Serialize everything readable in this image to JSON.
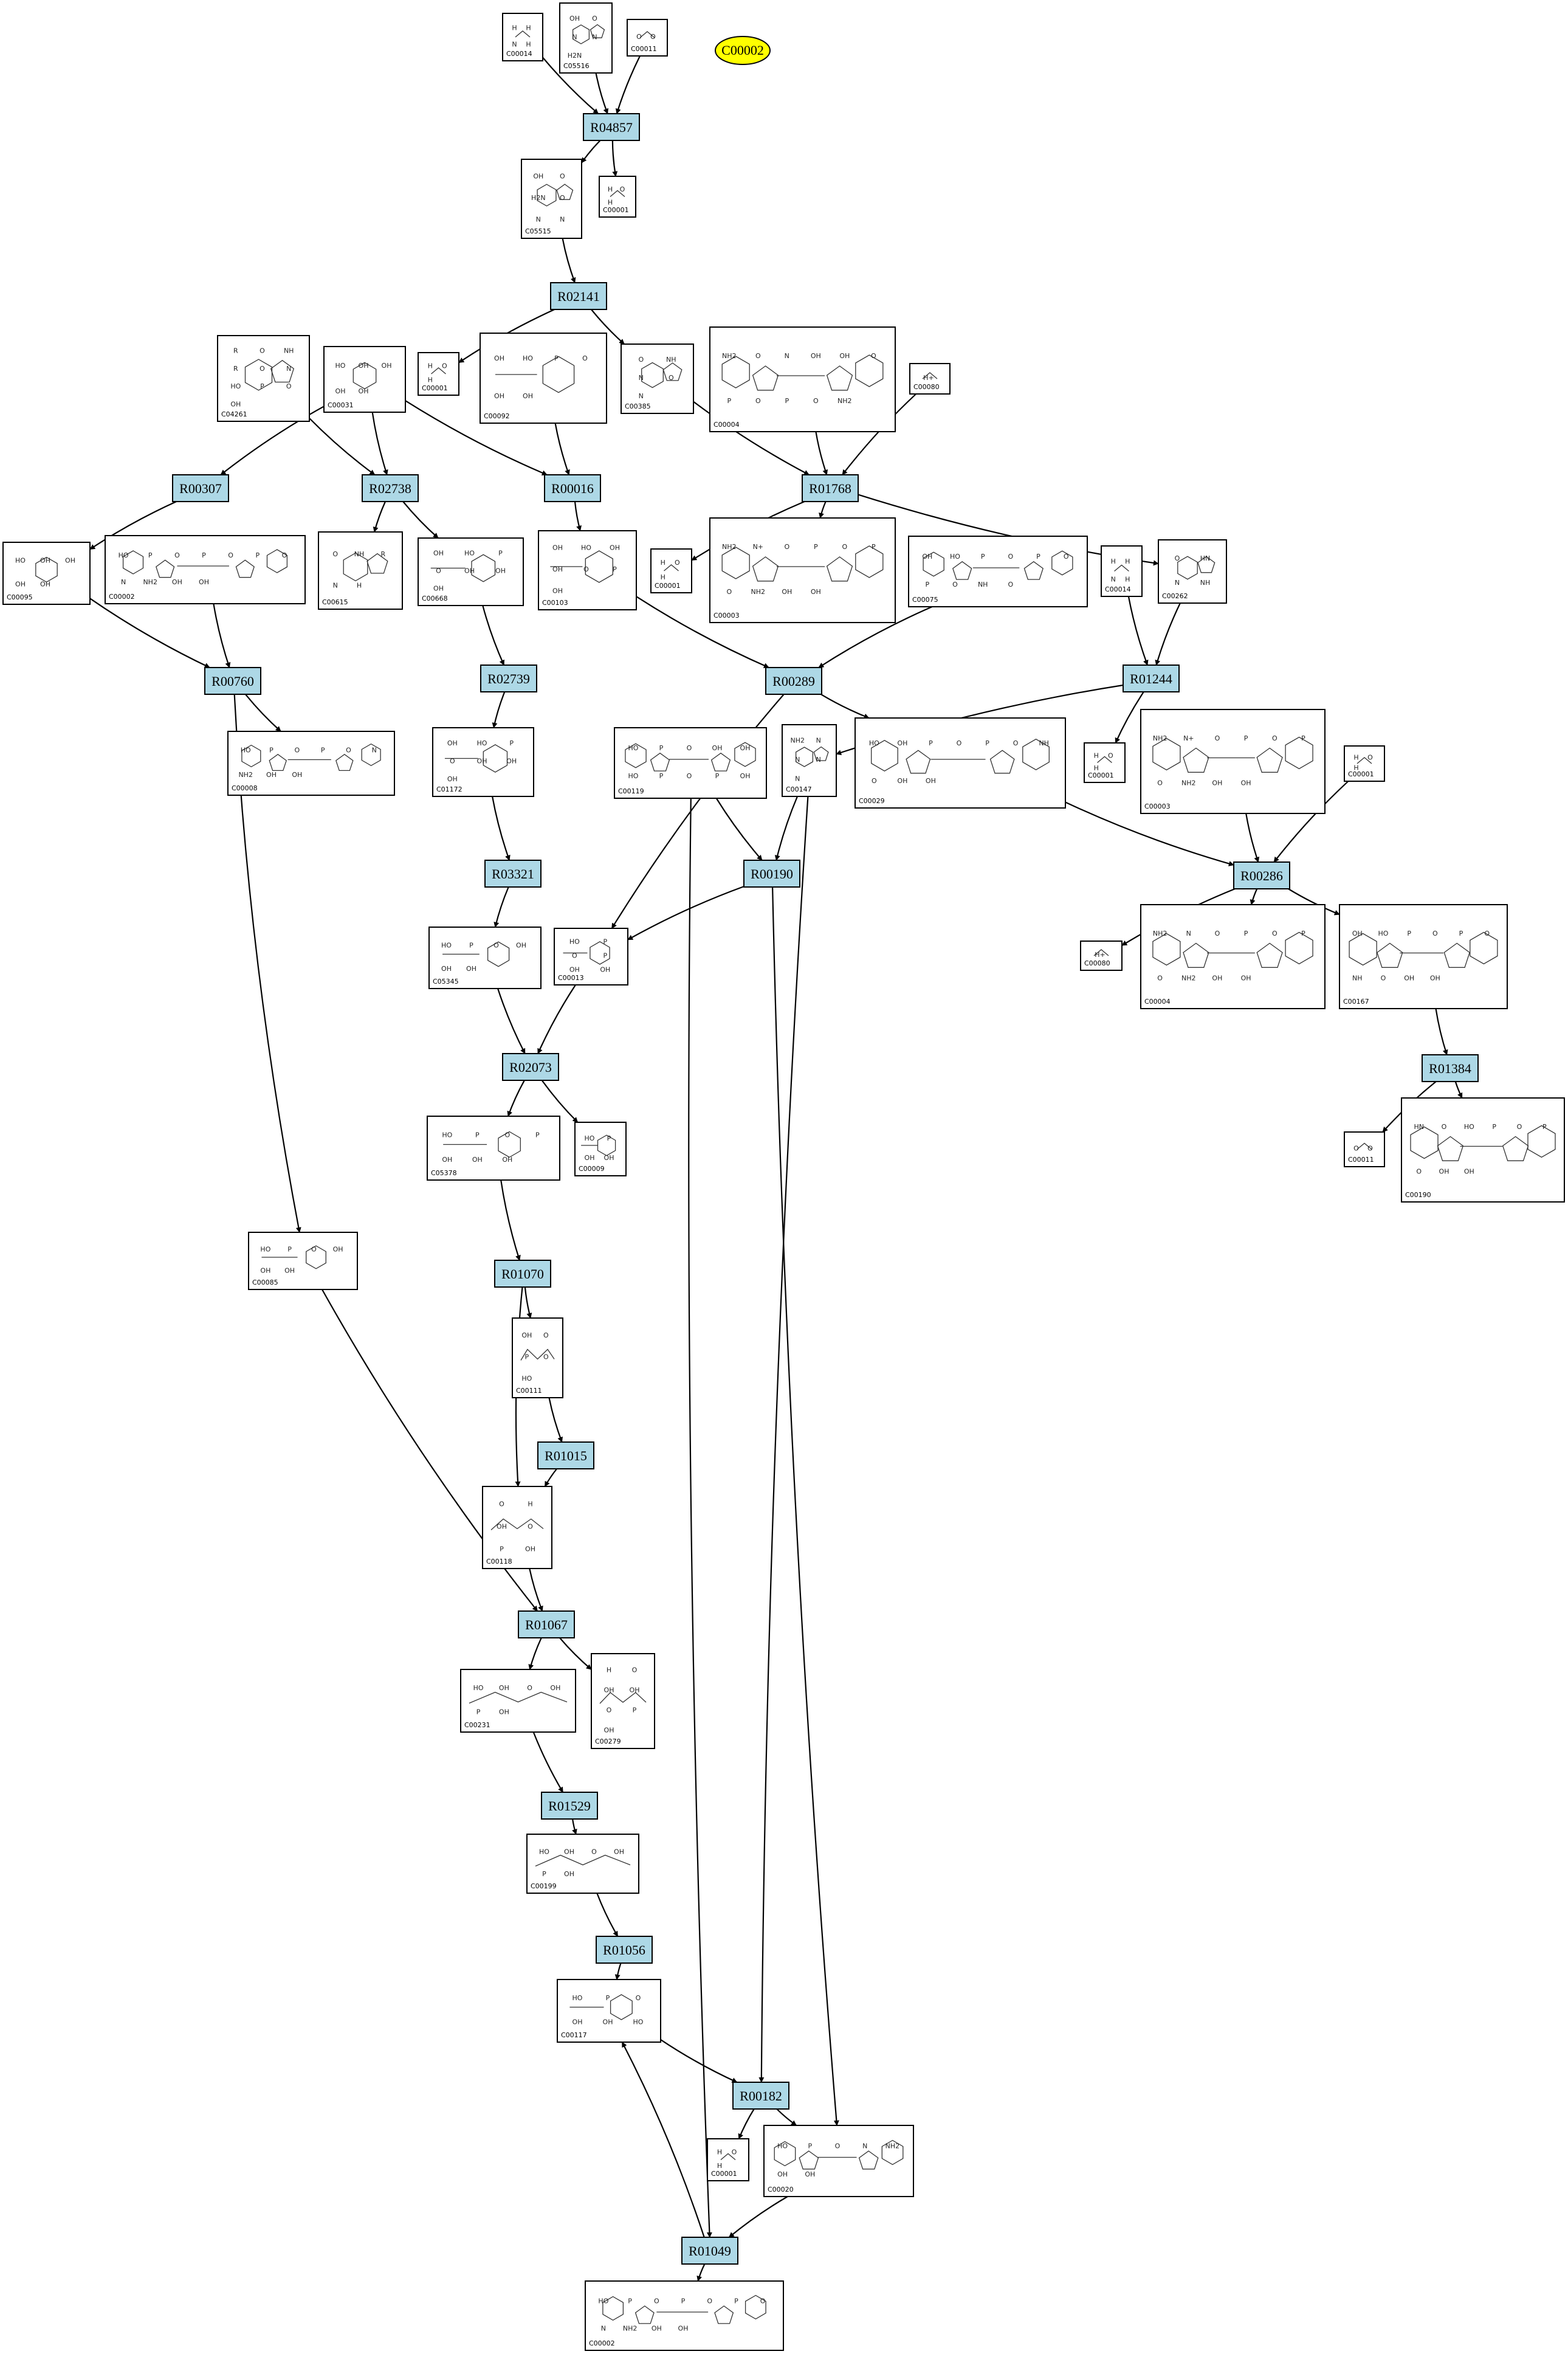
{
  "diagram": {
    "title": "",
    "legend_node": "C00002",
    "reactions": [
      {
        "id": "R04857"
      },
      {
        "id": "R02141"
      },
      {
        "id": "R00307"
      },
      {
        "id": "R02738"
      },
      {
        "id": "R00016"
      },
      {
        "id": "R01768"
      },
      {
        "id": "R00760"
      },
      {
        "id": "R02739"
      },
      {
        "id": "R00289"
      },
      {
        "id": "R01244"
      },
      {
        "id": "R00190"
      },
      {
        "id": "R03321"
      },
      {
        "id": "R00286"
      },
      {
        "id": "R01384"
      },
      {
        "id": "R02073"
      },
      {
        "id": "R01070"
      },
      {
        "id": "R01015"
      },
      {
        "id": "R01067"
      },
      {
        "id": "R01529"
      },
      {
        "id": "R01056"
      },
      {
        "id": "R00182"
      },
      {
        "id": "R01049"
      }
    ],
    "compounds": [
      {
        "key": "n1",
        "id": "C00014",
        "atoms": [
          "H",
          "H",
          "N",
          "H"
        ]
      },
      {
        "key": "n2",
        "id": "C05516",
        "atoms": [
          "OH",
          "O",
          "N",
          "N",
          "H2N"
        ]
      },
      {
        "key": "n3",
        "id": "C00011",
        "atoms": [
          "O",
          "O"
        ]
      },
      {
        "key": "n4",
        "id": "C05515",
        "atoms": [
          "OH",
          "O",
          "H2N",
          "O",
          "N",
          "N"
        ]
      },
      {
        "key": "n5",
        "id": "C00001",
        "atoms": [
          "H",
          "O",
          "H"
        ]
      },
      {
        "key": "n6",
        "id": "C00001",
        "atoms": [
          "H",
          "O",
          "H"
        ]
      },
      {
        "key": "n7",
        "id": "C00092",
        "atoms": [
          "OH",
          "HO",
          "P",
          "O",
          "OH",
          "OH"
        ]
      },
      {
        "key": "n8",
        "id": "C00385",
        "atoms": [
          "O",
          "NH",
          "N",
          "O",
          "N"
        ]
      },
      {
        "key": "n9",
        "id": "C00004",
        "atoms": [
          "NH2",
          "O",
          "N",
          "OH",
          "OH",
          "O",
          "P",
          "O",
          "P",
          "O",
          "NH2"
        ]
      },
      {
        "key": "n10",
        "id": "C00080",
        "atoms": [
          "H+"
        ]
      },
      {
        "key": "n11",
        "id": "C04261",
        "atoms": [
          "R",
          "O",
          "NH",
          "R",
          "O",
          "N",
          "HO",
          "P",
          "O",
          "OH"
        ]
      },
      {
        "key": "n12",
        "id": "C00031",
        "atoms": [
          "HO",
          "OH",
          "OH",
          "OH",
          "OH"
        ]
      },
      {
        "key": "n13",
        "id": "C00095",
        "atoms": [
          "HO",
          "OH",
          "OH",
          "OH",
          "OH"
        ]
      },
      {
        "key": "n14",
        "id": "C00002",
        "atoms": [
          "HO",
          "P",
          "O",
          "P",
          "O",
          "P",
          "O",
          "N",
          "NH2",
          "OH",
          "OH"
        ]
      },
      {
        "key": "n15",
        "id": "C00615",
        "atoms": [
          "O",
          "NH",
          "R",
          "N",
          "H"
        ]
      },
      {
        "key": "n16",
        "id": "C00668",
        "atoms": [
          "OH",
          "HO",
          "P",
          "O",
          "OH",
          "OH",
          "OH"
        ]
      },
      {
        "key": "n17",
        "id": "C00103",
        "atoms": [
          "OH",
          "HO",
          "OH",
          "OH",
          "O",
          "P",
          "OH"
        ]
      },
      {
        "key": "n18",
        "id": "C00001",
        "atoms": [
          "H",
          "O",
          "H"
        ]
      },
      {
        "key": "n19",
        "id": "C00003",
        "atoms": [
          "NH2",
          "N+",
          "O",
          "P",
          "O",
          "P",
          "O",
          "NH2",
          "OH",
          "OH"
        ]
      },
      {
        "key": "n20",
        "id": "C00075",
        "atoms": [
          "OH",
          "HO",
          "P",
          "O",
          "P",
          "O",
          "P",
          "O",
          "NH",
          "O"
        ]
      },
      {
        "key": "n21",
        "id": "C00014",
        "atoms": [
          "H",
          "H",
          "N",
          "H"
        ]
      },
      {
        "key": "n22",
        "id": "C00262",
        "atoms": [
          "O",
          "HN",
          "N",
          "NH"
        ]
      },
      {
        "key": "n23",
        "id": "C00008",
        "atoms": [
          "HO",
          "P",
          "O",
          "P",
          "O",
          "N",
          "NH2",
          "OH",
          "OH"
        ]
      },
      {
        "key": "n24",
        "id": "C01172",
        "atoms": [
          "OH",
          "HO",
          "P",
          "O",
          "OH",
          "OH",
          "OH"
        ]
      },
      {
        "key": "n25",
        "id": "C00119",
        "atoms": [
          "HO",
          "P",
          "O",
          "OH",
          "OH",
          "HO",
          "P",
          "O",
          "P",
          "OH"
        ]
      },
      {
        "key": "n26",
        "id": "C00147",
        "atoms": [
          "NH2",
          "N",
          "N",
          "N",
          "N"
        ]
      },
      {
        "key": "n27",
        "id": "C00029",
        "atoms": [
          "HO",
          "OH",
          "P",
          "O",
          "P",
          "O",
          "NH",
          "O",
          "OH",
          "OH"
        ]
      },
      {
        "key": "n28",
        "id": "C00001",
        "atoms": [
          "H",
          "O",
          "H"
        ]
      },
      {
        "key": "n29",
        "id": "C00003",
        "atoms": [
          "NH2",
          "N+",
          "O",
          "P",
          "O",
          "P",
          "O",
          "NH2",
          "OH",
          "OH"
        ]
      },
      {
        "key": "n30",
        "id": "C00001",
        "atoms": [
          "H",
          "O",
          "H"
        ]
      },
      {
        "key": "n31",
        "id": "C05345",
        "atoms": [
          "HO",
          "P",
          "O",
          "OH",
          "OH",
          "OH"
        ]
      },
      {
        "key": "n32",
        "id": "C00013",
        "atoms": [
          "HO",
          "P",
          "O",
          "P",
          "OH",
          "OH"
        ]
      },
      {
        "key": "n33",
        "id": "C00080",
        "atoms": [
          "H+"
        ]
      },
      {
        "key": "n34",
        "id": "C00004",
        "atoms": [
          "NH2",
          "N",
          "O",
          "P",
          "O",
          "P",
          "O",
          "NH2",
          "OH",
          "OH"
        ]
      },
      {
        "key": "n35",
        "id": "C00167",
        "atoms": [
          "OH",
          "HO",
          "P",
          "O",
          "P",
          "O",
          "NH",
          "O",
          "OH",
          "OH"
        ]
      },
      {
        "key": "n36",
        "id": "C05378",
        "atoms": [
          "HO",
          "P",
          "O",
          "P",
          "OH",
          "OH",
          "OH"
        ]
      },
      {
        "key": "n37",
        "id": "C00009",
        "atoms": [
          "HO",
          "P",
          "OH",
          "OH"
        ]
      },
      {
        "key": "n38",
        "id": "C00011",
        "atoms": [
          "O",
          "O"
        ]
      },
      {
        "key": "n39",
        "id": "C00190",
        "atoms": [
          "HN",
          "O",
          "HO",
          "P",
          "O",
          "P",
          "O",
          "OH",
          "OH"
        ]
      },
      {
        "key": "n40",
        "id": "C00085",
        "atoms": [
          "HO",
          "P",
          "O",
          "OH",
          "OH",
          "OH"
        ]
      },
      {
        "key": "n41",
        "id": "C00111",
        "atoms": [
          "OH",
          "O",
          "P",
          "O",
          "HO"
        ]
      },
      {
        "key": "n42",
        "id": "C00118",
        "atoms": [
          "O",
          "H",
          "OH",
          "O",
          "P",
          "OH"
        ]
      },
      {
        "key": "n43",
        "id": "C00231",
        "atoms": [
          "HO",
          "OH",
          "O",
          "OH",
          "P",
          "OH"
        ]
      },
      {
        "key": "n44",
        "id": "C00279",
        "atoms": [
          "H",
          "O",
          "OH",
          "OH",
          "O",
          "P",
          "OH"
        ]
      },
      {
        "key": "n45",
        "id": "C00199",
        "atoms": [
          "HO",
          "OH",
          "O",
          "OH",
          "P",
          "OH"
        ]
      },
      {
        "key": "n46",
        "id": "C00117",
        "atoms": [
          "HO",
          "P",
          "O",
          "OH",
          "OH",
          "HO"
        ]
      },
      {
        "key": "n47",
        "id": "C00001",
        "atoms": [
          "H",
          "O",
          "H"
        ]
      },
      {
        "key": "n48",
        "id": "C00020",
        "atoms": [
          "HO",
          "P",
          "O",
          "N",
          "NH2",
          "OH",
          "OH"
        ]
      },
      {
        "key": "n49",
        "id": "C00002",
        "atoms": [
          "HO",
          "P",
          "O",
          "P",
          "O",
          "P",
          "O",
          "N",
          "NH2",
          "OH",
          "OH"
        ]
      }
    ]
  }
}
